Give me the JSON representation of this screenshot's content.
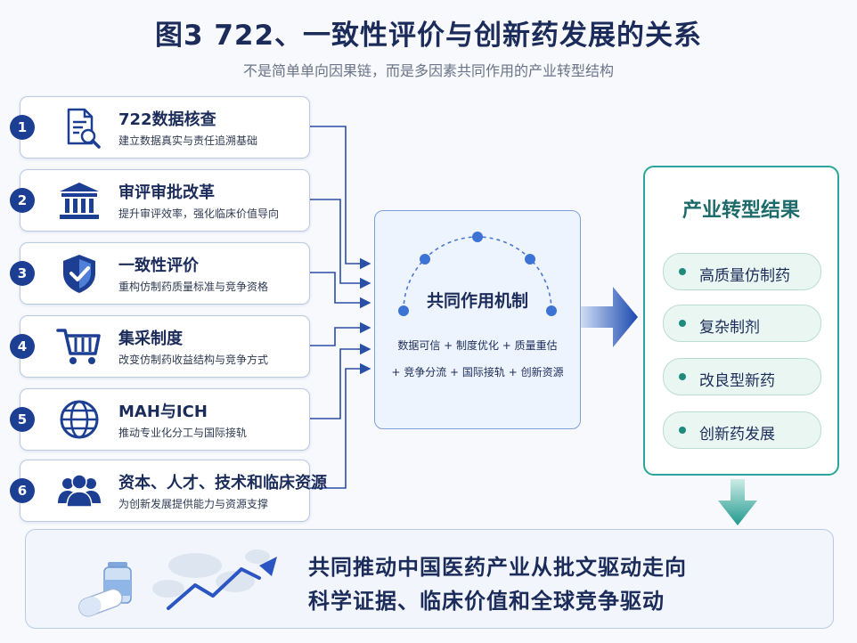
{
  "header": {
    "title": "图3 722、一致性评价与创新药发展的关系",
    "subtitle": "不是简单单向因果链，而是多因素共同作用的产业转型结构"
  },
  "factors": [
    {
      "number": "1",
      "title": "722数据核查",
      "desc": "建立数据真实与责任追溯基础",
      "icon": "document-search-icon"
    },
    {
      "number": "2",
      "title": "审评审批改革",
      "desc": "提升审评效率，强化临床价值导向",
      "icon": "government-building-icon"
    },
    {
      "number": "3",
      "title": "一致性评价",
      "desc": "重构仿制药质量标准与竞争资格",
      "icon": "shield-check-icon"
    },
    {
      "number": "4",
      "title": "集采制度",
      "desc": "改变仿制药收益结构与竞争方式",
      "icon": "shopping-cart-icon"
    },
    {
      "number": "5",
      "title": "MAH与ICH",
      "desc": "推动专业化分工与国际接轨",
      "icon": "globe-icon"
    },
    {
      "number": "6",
      "title": "资本、人才、技术和临床资源",
      "desc": "为创新发展提供能力与资源支撑",
      "icon": "people-group-icon"
    }
  ],
  "mechanism": {
    "title": "共同作用机制",
    "line1": "数据可信 + 制度优化 + 质量重估",
    "line2": "+ 竞争分流 + 国际接轨 + 创新资源"
  },
  "result": {
    "title": "产业转型结果",
    "items": [
      "高质量仿制药",
      "复杂制剂",
      "改良型新药",
      "创新药发展"
    ]
  },
  "bottom": {
    "line1": "共同推动中国医药产业从批文驱动走向",
    "line2": "科学证据、临床价值和全球竞争驱动"
  },
  "colors": {
    "navy": "#1c3f94",
    "teal": "#2aa39a",
    "connector": "#2a4fa6"
  }
}
